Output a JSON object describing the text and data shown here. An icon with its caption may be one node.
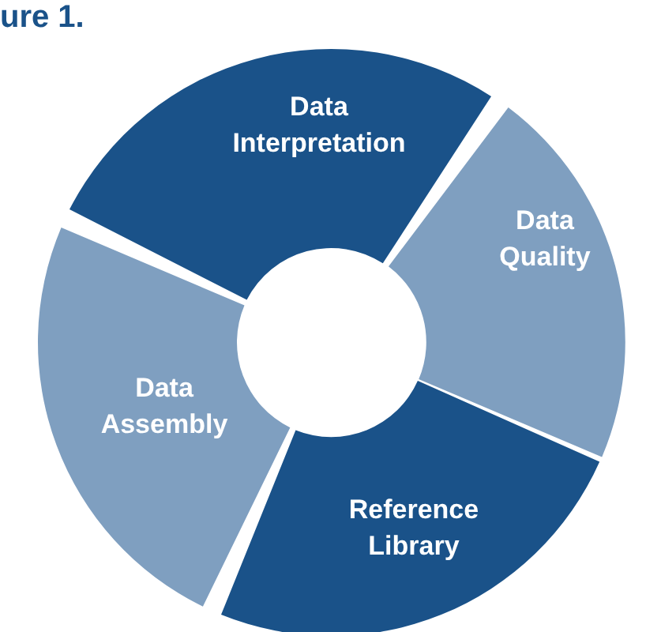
{
  "diagram": {
    "title": "ure 1.",
    "nodes": [
      {
        "text": [
          "Data Interpretation"
        ]
      },
      {
        "text": [
          "Data Quality"
        ]
      },
      {
        "text": [
          "Reference Library"
        ]
      },
      {
        "text": [
          "Data Assembly"
        ]
      }
    ]
  }
}
